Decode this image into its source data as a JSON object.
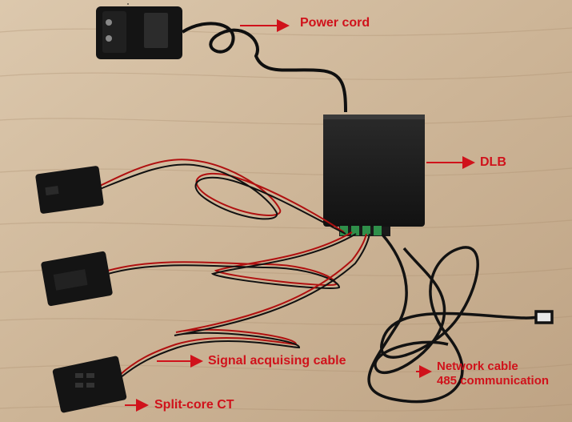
{
  "labels": {
    "power_cord": "Power cord",
    "dlb": "DLB",
    "signal_cable": "Signal acquising cable",
    "network_cable_line1": "Network cable",
    "network_cable_line2": "485 communication",
    "split_core_ct": "Split-core CT"
  },
  "colors": {
    "label_red": "#d0121b",
    "wood_light": "#d8c4a8",
    "wood_dark": "#b89c7c",
    "device_black": "#1a1a1a",
    "terminal_green": "#2f8f4a"
  },
  "icons": {
    "adapter": "power-adapter-icon",
    "box": "dlb-box-icon",
    "ct": "split-core-ct-icon"
  }
}
